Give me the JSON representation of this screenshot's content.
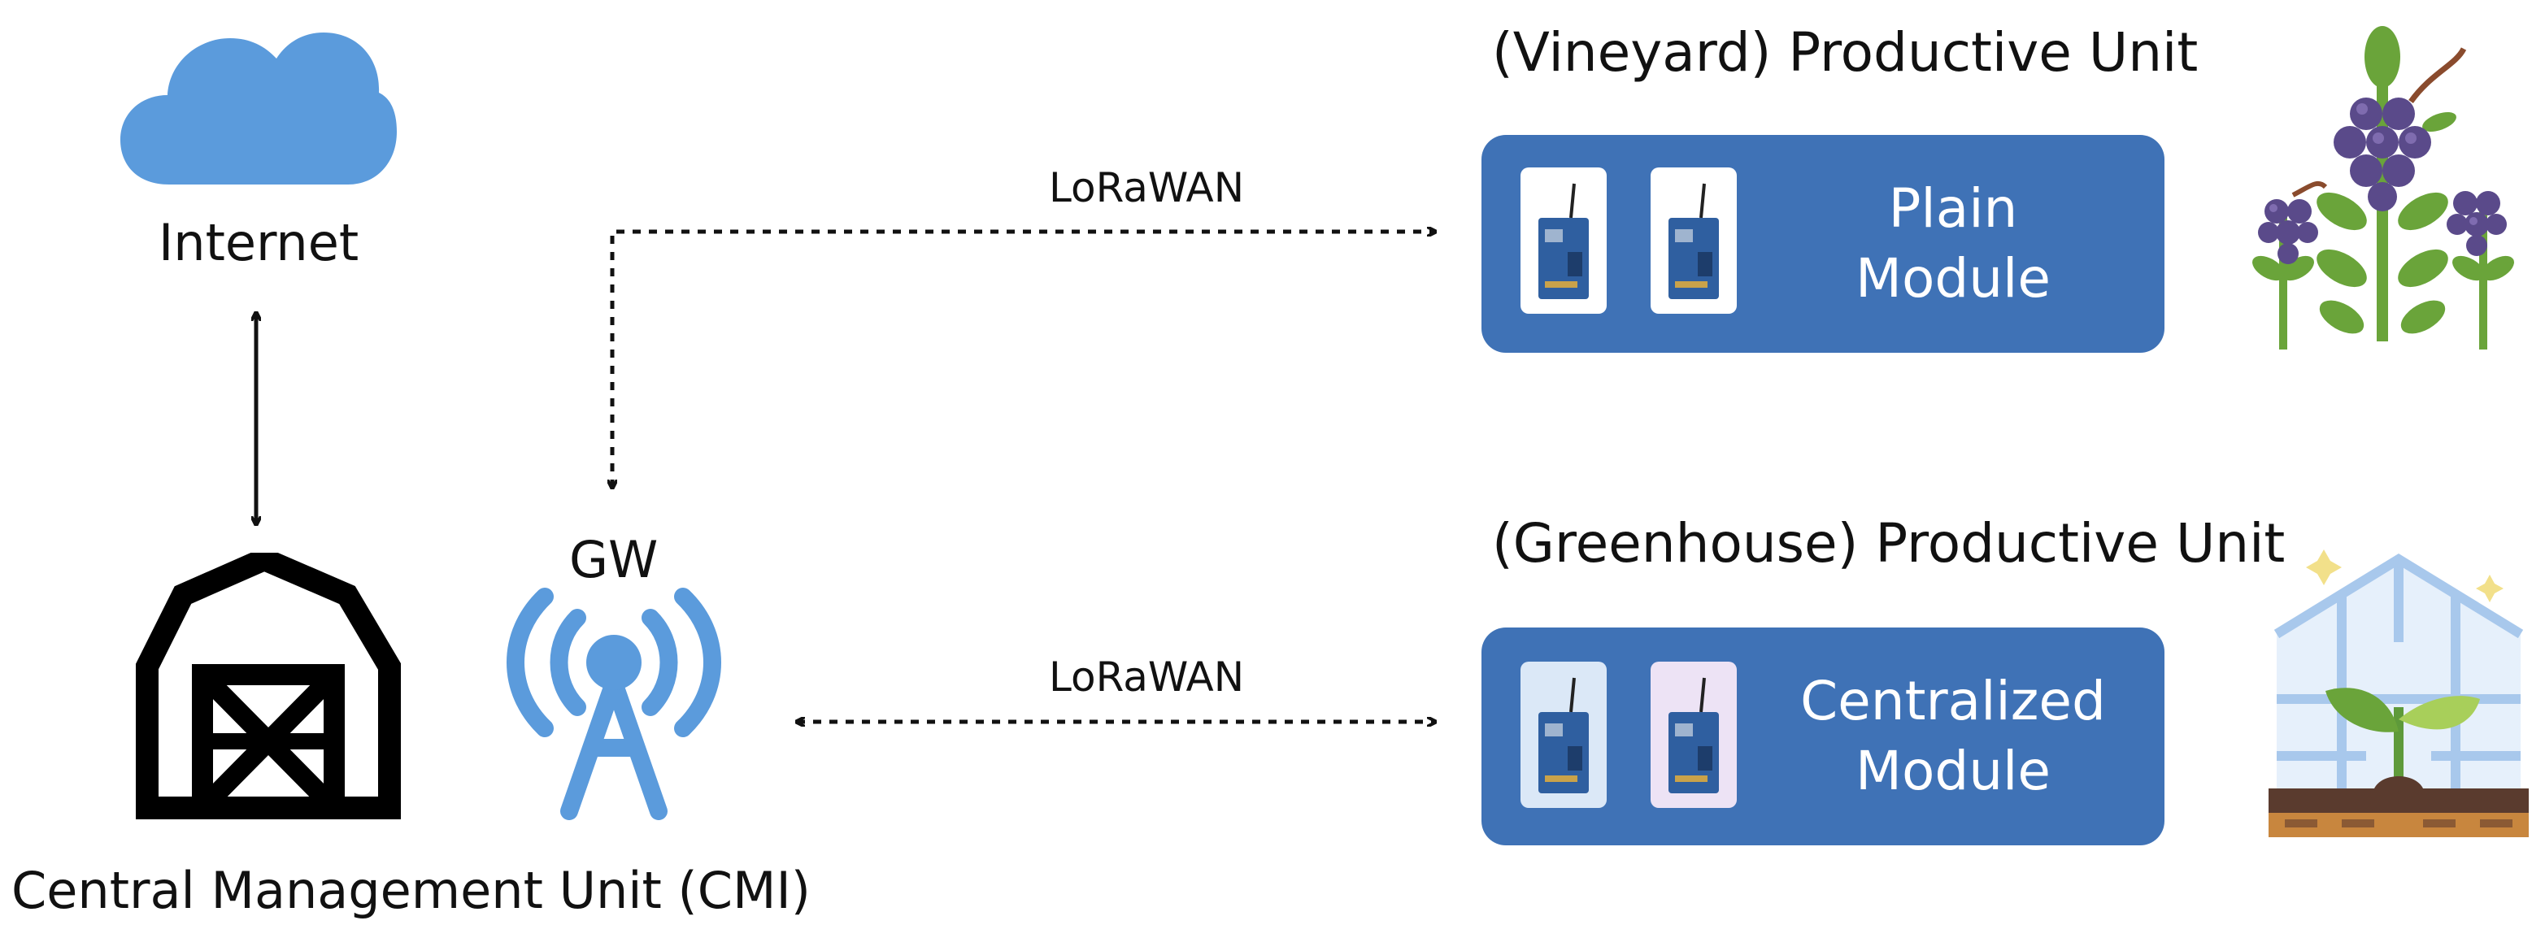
{
  "internet": {
    "label": "Internet",
    "icon": "cloud-icon",
    "color": "#5b9bdc"
  },
  "cmu": {
    "label": "Central Management Unit (CMI)",
    "icon": "barn-icon"
  },
  "gateway": {
    "label": "GW",
    "icon": "radio-tower-icon",
    "color": "#5b9bdc"
  },
  "links": {
    "vineyard_label": "LoRaWAN",
    "greenhouse_label": "LoRaWAN"
  },
  "vineyard": {
    "title": "(Vineyard) Productive Unit",
    "module_line1": "Plain",
    "module_line2": "Module",
    "box_color": "#3f72b6",
    "device_card_colors": [
      "#ffffff",
      "#ffffff"
    ],
    "icon": "grape-vine-icon"
  },
  "greenhouse": {
    "title": "(Greenhouse) Productive Unit",
    "module_line1": "Centralized",
    "module_line2": "Module",
    "box_color": "#3f72b6",
    "device_card_colors": [
      "#dbe8f7",
      "#ede3f5"
    ],
    "icon": "greenhouse-plant-icon"
  }
}
